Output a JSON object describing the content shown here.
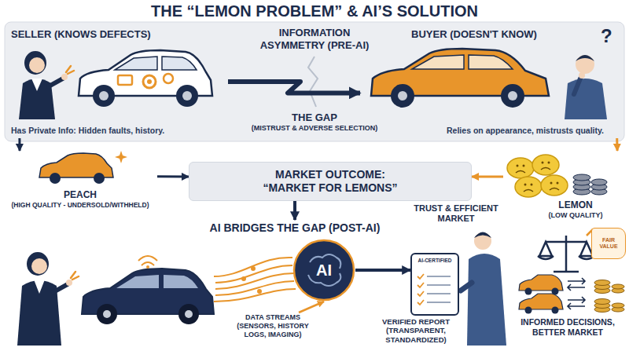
{
  "diagram": {
    "title": "THE “LEMON PROBLEM” & AI’S SOLUTION",
    "nodes": [
      {
        "text": [
          "INFORMATION ASYMMETRY (PRE-AI)"
        ]
      },
      {
        "text": [
          "SELLER (KNOWS DEFECTS)",
          "Has Private Info: Hidden faults, history."
        ],
        "in": 0
      },
      {
        "text": [
          "BUYER (DOESN'T KNOW)",
          "Relies on appearance, mistrusts quality."
        ],
        "in": 0
      },
      {
        "text": [
          "THE GAP",
          "(MISTRUST & ADVERSE SELECTION)"
        ],
        "in": 0
      },
      {
        "text": [
          "PEACH",
          "(HIGH QUALITY - UNDERSOLD/WITHHELD)"
        ]
      },
      {
        "text": [
          "MARKET OUTCOME: “MARKET FOR LEMONS”"
        ]
      },
      {
        "text": [
          "LEMON",
          "(LOW QUALITY)"
        ]
      },
      {
        "text": [
          "AI BRIDGES THE GAP (POST-AI)"
        ]
      },
      {
        "text": [
          "DATA STREAMS (SENSORS, HISTORY LOGS, IMAGING)"
        ]
      },
      {
        "text": [
          "AI"
        ]
      },
      {
        "text": [
          "AI-CERTIFIED",
          "VERIFIED REPORT (TRANSPARENT, STANDARDIZED)"
        ]
      },
      {
        "text": [
          "FAIR VALUE"
        ]
      }
    ],
    "edges": [
      {
        "from": 1,
        "to": 2,
        "arrow": "to"
      },
      {
        "from": 1,
        "to": 4,
        "arrow": "to"
      },
      {
        "from": 2,
        "to": 6,
        "arrow": "to"
      },
      {
        "from": 4,
        "to": 5,
        "arrow": "to"
      },
      {
        "from": 6,
        "to": 5,
        "arrow": "to"
      },
      {
        "from": 5,
        "to": 7,
        "arrow": "to"
      },
      {
        "from": 8,
        "to": 9,
        "arrow": "to"
      },
      {
        "from": 9,
        "to": 10,
        "arrow": "to"
      }
    ],
    "labels": [
      "?",
      "TRUST & EFFICIENT MARKET",
      "INFORMED DECISIONS, BETTER MARKET"
    ]
  }
}
